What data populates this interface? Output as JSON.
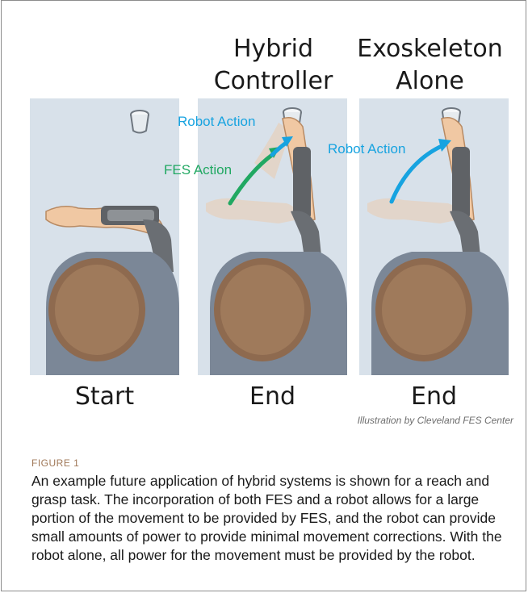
{
  "figure": {
    "columns": [
      {
        "title_line1": "",
        "title_line2": "",
        "bottom_label": "Start"
      },
      {
        "title_line1": "Hybrid",
        "title_line2": "Controller",
        "bottom_label": "End"
      },
      {
        "title_line1": "Exoskeleton",
        "title_line2": "Alone",
        "bottom_label": "End"
      }
    ],
    "annotations": {
      "robot_action_hybrid": "Robot Action",
      "fes_action": "FES Action",
      "robot_action_exo": "Robot Action"
    },
    "colors": {
      "robot_arrow": "#17a3e0",
      "fes_arrow": "#21a862",
      "panel_bg": "#d8e1ea"
    },
    "credit": "Illustration by Cleveland FES Center"
  },
  "caption": {
    "label": "FIGURE 1",
    "text": "An example future application of hybrid systems is shown for a reach and grasp task. The incorporation of both FES and a robot allows for a large portion of the movement to be provided by FES, and the robot can provide small amounts of power to provide minimal movement corrections. With the robot alone, all power for the movement must be provided by the robot."
  }
}
